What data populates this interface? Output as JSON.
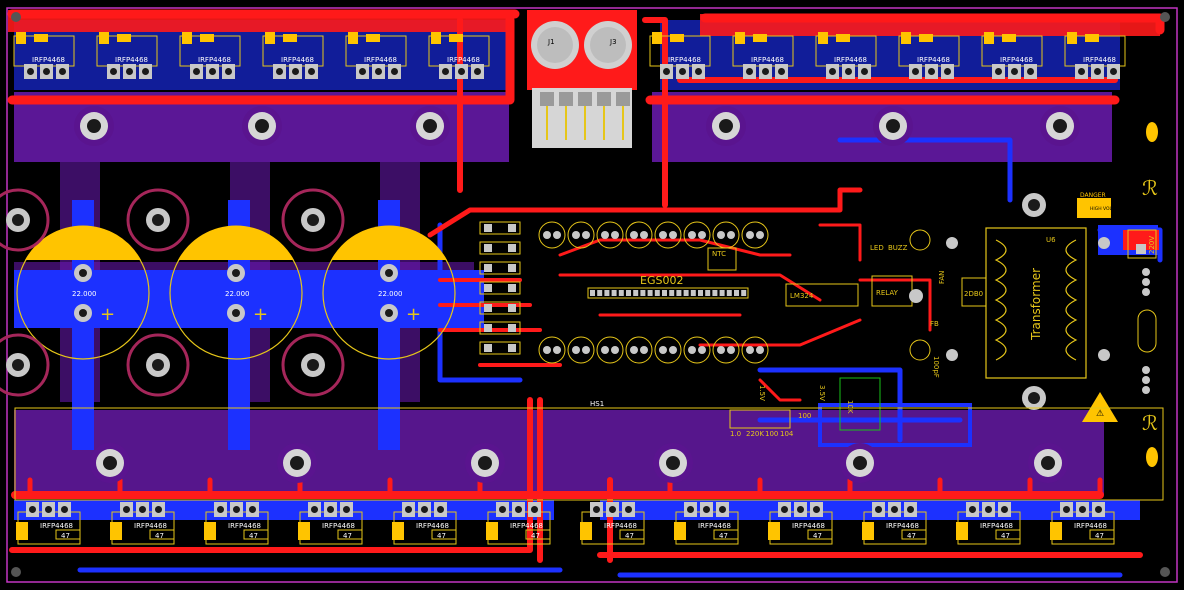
{
  "board": {
    "mosfet_part": "IRFP4468",
    "resistor_value_47": "47",
    "resistor_value_10k": "10k",
    "connectors": {
      "j1": "J1",
      "j3": "J3"
    },
    "capacitor_value": "22.000",
    "controller": "EGS002",
    "ntc_label": "NTC",
    "op_amp": "LM324",
    "relay_label": "RELAY",
    "led_label": "LED",
    "buzz_label": "BUZZ",
    "fan_label": "FAN",
    "fb_label": "FB",
    "transformer_label": "Transformer",
    "transformer_ref": "U6",
    "bridge_label": "2DB0",
    "heatsink_label": "HS1",
    "ac_label": "220V",
    "danger_label": "DANGER",
    "danger_sub": "HIGH VOLTAGE",
    "logo": "ℛ",
    "misc_labels": [
      "1.0",
      "220K",
      "100",
      "104",
      "100",
      "3.5V",
      "1.5V",
      "10K",
      "100pF"
    ],
    "colors": {
      "background": "#000000",
      "top_copper": "#ff1a1a",
      "bottom_copper": "#1c31ff",
      "silkscreen": "#e6c619",
      "heatsink": "#8a1fd6",
      "pad": "#c8c8c8",
      "outline": "#c235c2"
    }
  }
}
